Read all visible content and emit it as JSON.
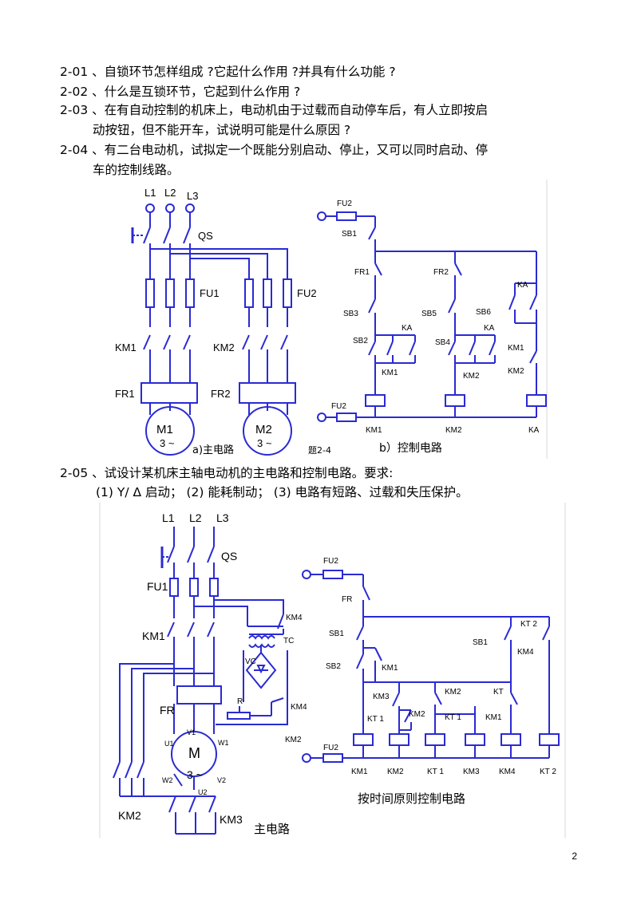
{
  "questions": {
    "q1": "2-01 、自锁环节怎样组成 ?它起什么作用 ?并具有什么功能 ?",
    "q2": "2-02 、什么是互锁环节，它起到什么作用  ?",
    "q3_line1": "2-03 、在有自动控制的机床上，电动机由于过载而自动停车后，有人立即按启",
    "q3_line2": "动按钮，但不能开车，试说明可能是什么原因   ?",
    "q4_line1": "2-04 、有二台电动机，试拟定一个既能分别启动、停止，又可以同时启动、停",
    "q4_line2": "车的控制线路。",
    "q5_line1": "2-05 、试设计某机床主轴电动机的主电路和控制电路。要求:",
    "q5_line2": "(1)  Y/ Δ 启动；  (2)  能耗制动；  (3)  电路有短路、过载和失压保护。"
  },
  "fig1": {
    "L1": "L1",
    "L2": "L2",
    "L3": "L3",
    "QS": "QS",
    "FU1": "FU1",
    "FU2": "FU2",
    "KM1": "KM1",
    "KM2": "KM2",
    "FR1": "FR1",
    "FR2": "FR2",
    "M1": "M1",
    "M2": "M2",
    "phase": "3 ~",
    "main_caption": "a)主电路",
    "fig_no": "题2-4",
    "ctrl_caption": "b）控制电路",
    "ctrl_FU2": "FU2",
    "SB1": "SB1",
    "SB3": "SB3",
    "SB5": "SB5",
    "SB6": "SB6",
    "SB2": "SB2",
    "SB4": "SB4",
    "KA": "KA"
  },
  "fig2": {
    "L1": "L1",
    "L2": "L2",
    "L3": "L3",
    "QS": "QS",
    "FU1": "FU1",
    "KM1": "KM1",
    "KM2": "KM2",
    "KM3": "KM3",
    "KM4": "KM4",
    "FR": "FR",
    "TC": "TC",
    "VC": "VC",
    "R": "R",
    "M": "M",
    "phase": "3 ~",
    "U1": "U1",
    "V1": "V1",
    "W1": "W1",
    "U2": "U2",
    "V2": "V2",
    "W2": "W2",
    "main_caption": "主电路",
    "ctrl_caption": "按时间原则控制电路",
    "FU2": "FU2",
    "SB1": "SB1",
    "SB2": "SB2",
    "KT": "KT",
    "KT1": "KT 1",
    "KT2": "KT 2"
  },
  "page_number": "2",
  "colors": {
    "wire": "#2a2ad4",
    "text": "#000000"
  }
}
